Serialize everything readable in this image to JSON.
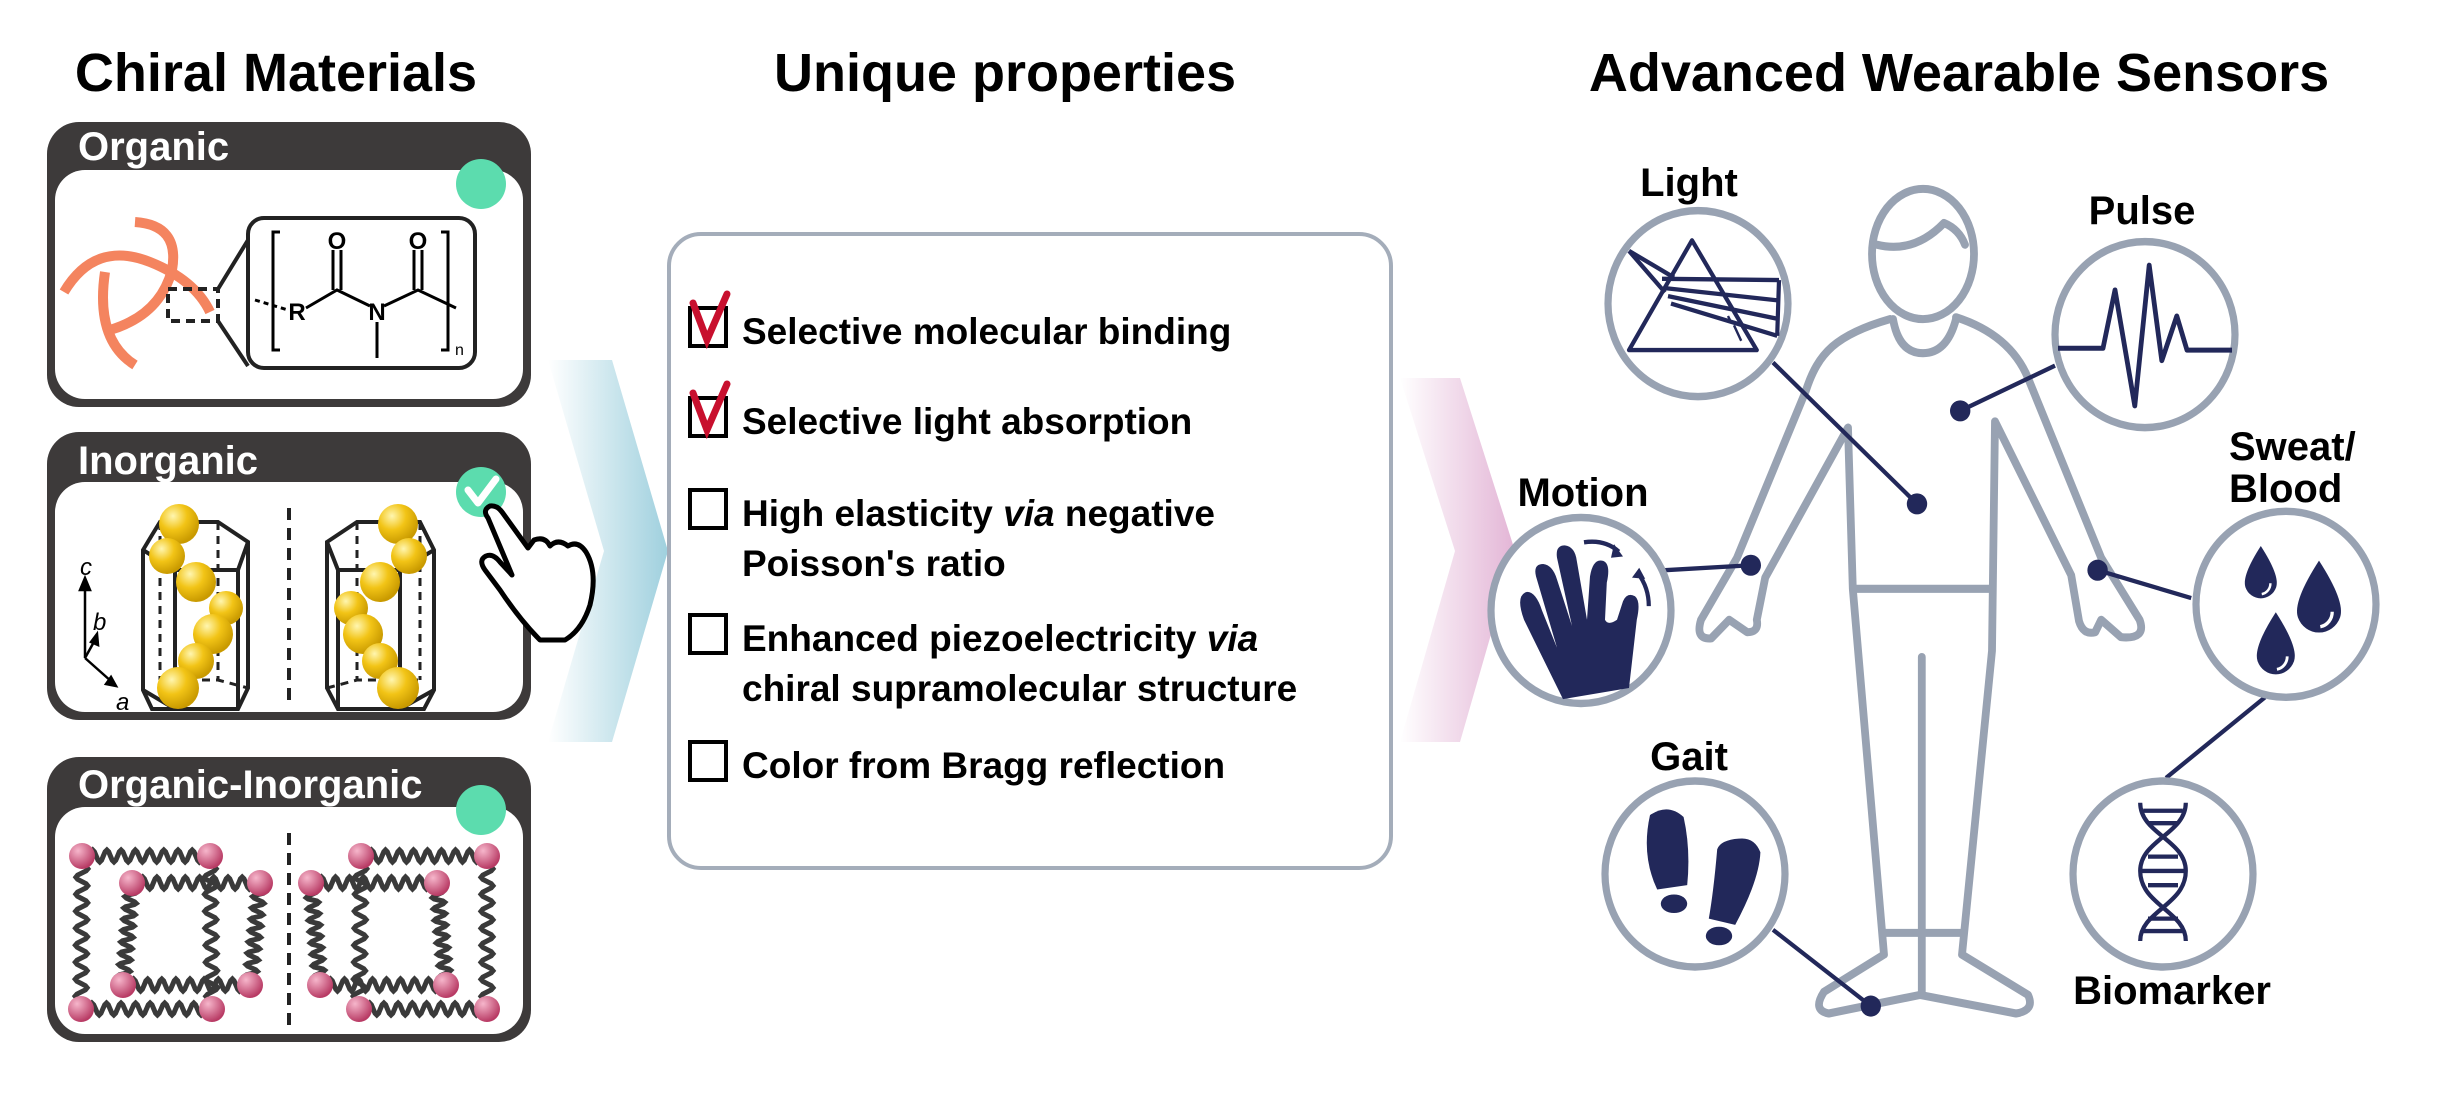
{
  "headers": {
    "left": "Chiral Materials",
    "middle": "Unique properties",
    "right": "Advanced Wearable Sensors"
  },
  "materials": [
    {
      "title": "Organic",
      "selected": false
    },
    {
      "title": "Inorganic",
      "selected": true
    },
    {
      "title": "Organic-Inorganic",
      "selected": false
    }
  ],
  "chem": {
    "r": "R",
    "n_atom": "N",
    "o1": "O",
    "o2": "O",
    "subscript": "n"
  },
  "axes": {
    "c": "c",
    "b": "b",
    "a": "a"
  },
  "properties": {
    "row1": {
      "text": "Selective molecular binding",
      "checked": true
    },
    "row2": {
      "text": "Selective light absorption",
      "checked": true
    },
    "row3": {
      "line1a": "High elasticity ",
      "line1b": "via",
      "line1c": " negative",
      "line2": "Poisson's ratio",
      "checked": false
    },
    "row4": {
      "line1a": "Enhanced piezoelectricity ",
      "line1b": "via",
      "line2": "chiral supramolecular structure",
      "checked": false
    },
    "row5": {
      "text": "Color from Bragg reflection",
      "checked": false
    }
  },
  "sensors": {
    "light": "Light",
    "pulse": "Pulse",
    "motion": "Motion",
    "sweat_line1": "Sweat/",
    "sweat_line2": "Blood",
    "gait": "Gait",
    "biomarker": "Biomarker"
  },
  "colors": {
    "card_dark": "#3d3a3a",
    "select_green": "#5cdcae",
    "check_red": "#c8102e",
    "navy": "#22285a",
    "body_gray": "#98a2b2",
    "orange": "#f4845f",
    "gold": "#f2c416",
    "pink": "#d4557f"
  }
}
